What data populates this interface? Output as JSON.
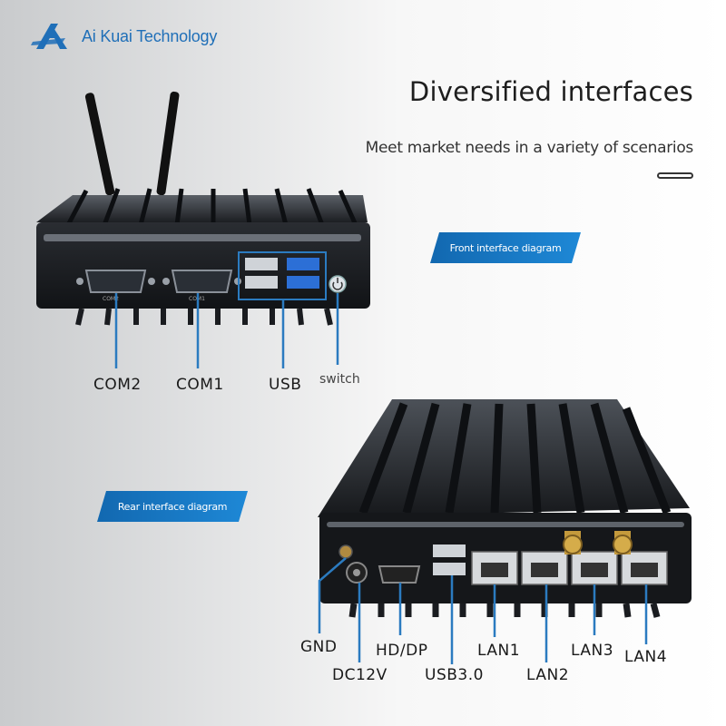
{
  "brand": {
    "name": "Ai Kuai Technology"
  },
  "header": {
    "title": "Diversified interfaces",
    "subtitle": "Meet market needs in a variety of scenarios"
  },
  "front": {
    "banner": "Front interface diagram",
    "labels": {
      "com2": "COM2",
      "com1": "COM1",
      "usb": "USB",
      "switch": "switch"
    },
    "panel_print": {
      "com2": "COM2",
      "com1": "COM1"
    }
  },
  "rear": {
    "banner": "Rear interface diagram",
    "labels": {
      "gnd": "GND",
      "dc12v": "DC12V",
      "hd_dp": "HD/DP",
      "usb30": "USB3.0",
      "lan1": "LAN1",
      "lan2": "LAN2",
      "lan3": "LAN3",
      "lan4": "LAN4"
    }
  },
  "colors": {
    "brand": "#1f6fb8",
    "banner": "#1a78c4",
    "callout": "#2b7bc0",
    "usb3_port": "#2c6fd6"
  }
}
